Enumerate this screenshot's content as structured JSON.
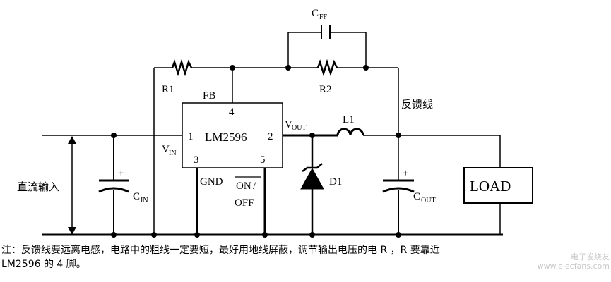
{
  "diagram": {
    "ic": {
      "name": "LM2596",
      "pin1": "1",
      "pin2": "2",
      "pin3": "3",
      "pin4": "4",
      "pin5": "5",
      "fb": "FB",
      "vout_main": "V",
      "vout_sub": "OUT",
      "vin_main": "V",
      "vin_sub": "IN",
      "gnd": "GND",
      "on": "ON",
      "on_sep": "/",
      "off": "OFF"
    },
    "components": {
      "r1": "R1",
      "r2": "R2",
      "cff_main": "C",
      "cff_sub": "FF",
      "l1": "L1",
      "d1": "D1",
      "cin_main": "C",
      "cin_sub": "IN",
      "cout_main": "C",
      "cout_sub": "OUT",
      "load": "LOAD",
      "plus_cin": "+",
      "plus_cout": "+"
    },
    "labels": {
      "feedback_line": "反馈线",
      "dc_input": "直流输入"
    }
  },
  "note": {
    "line1": "注：反馈线要远离电感，电路中的粗线一定要短，最好用地线屏蔽，调节输出电压的电    R ，R  要靠近",
    "line2": "LM2596 的 4 脚。"
  },
  "watermark": {
    "text": "电子发烧友 www.elecfans.com"
  },
  "colors": {
    "line": "#000000",
    "background": "#ffffff"
  }
}
